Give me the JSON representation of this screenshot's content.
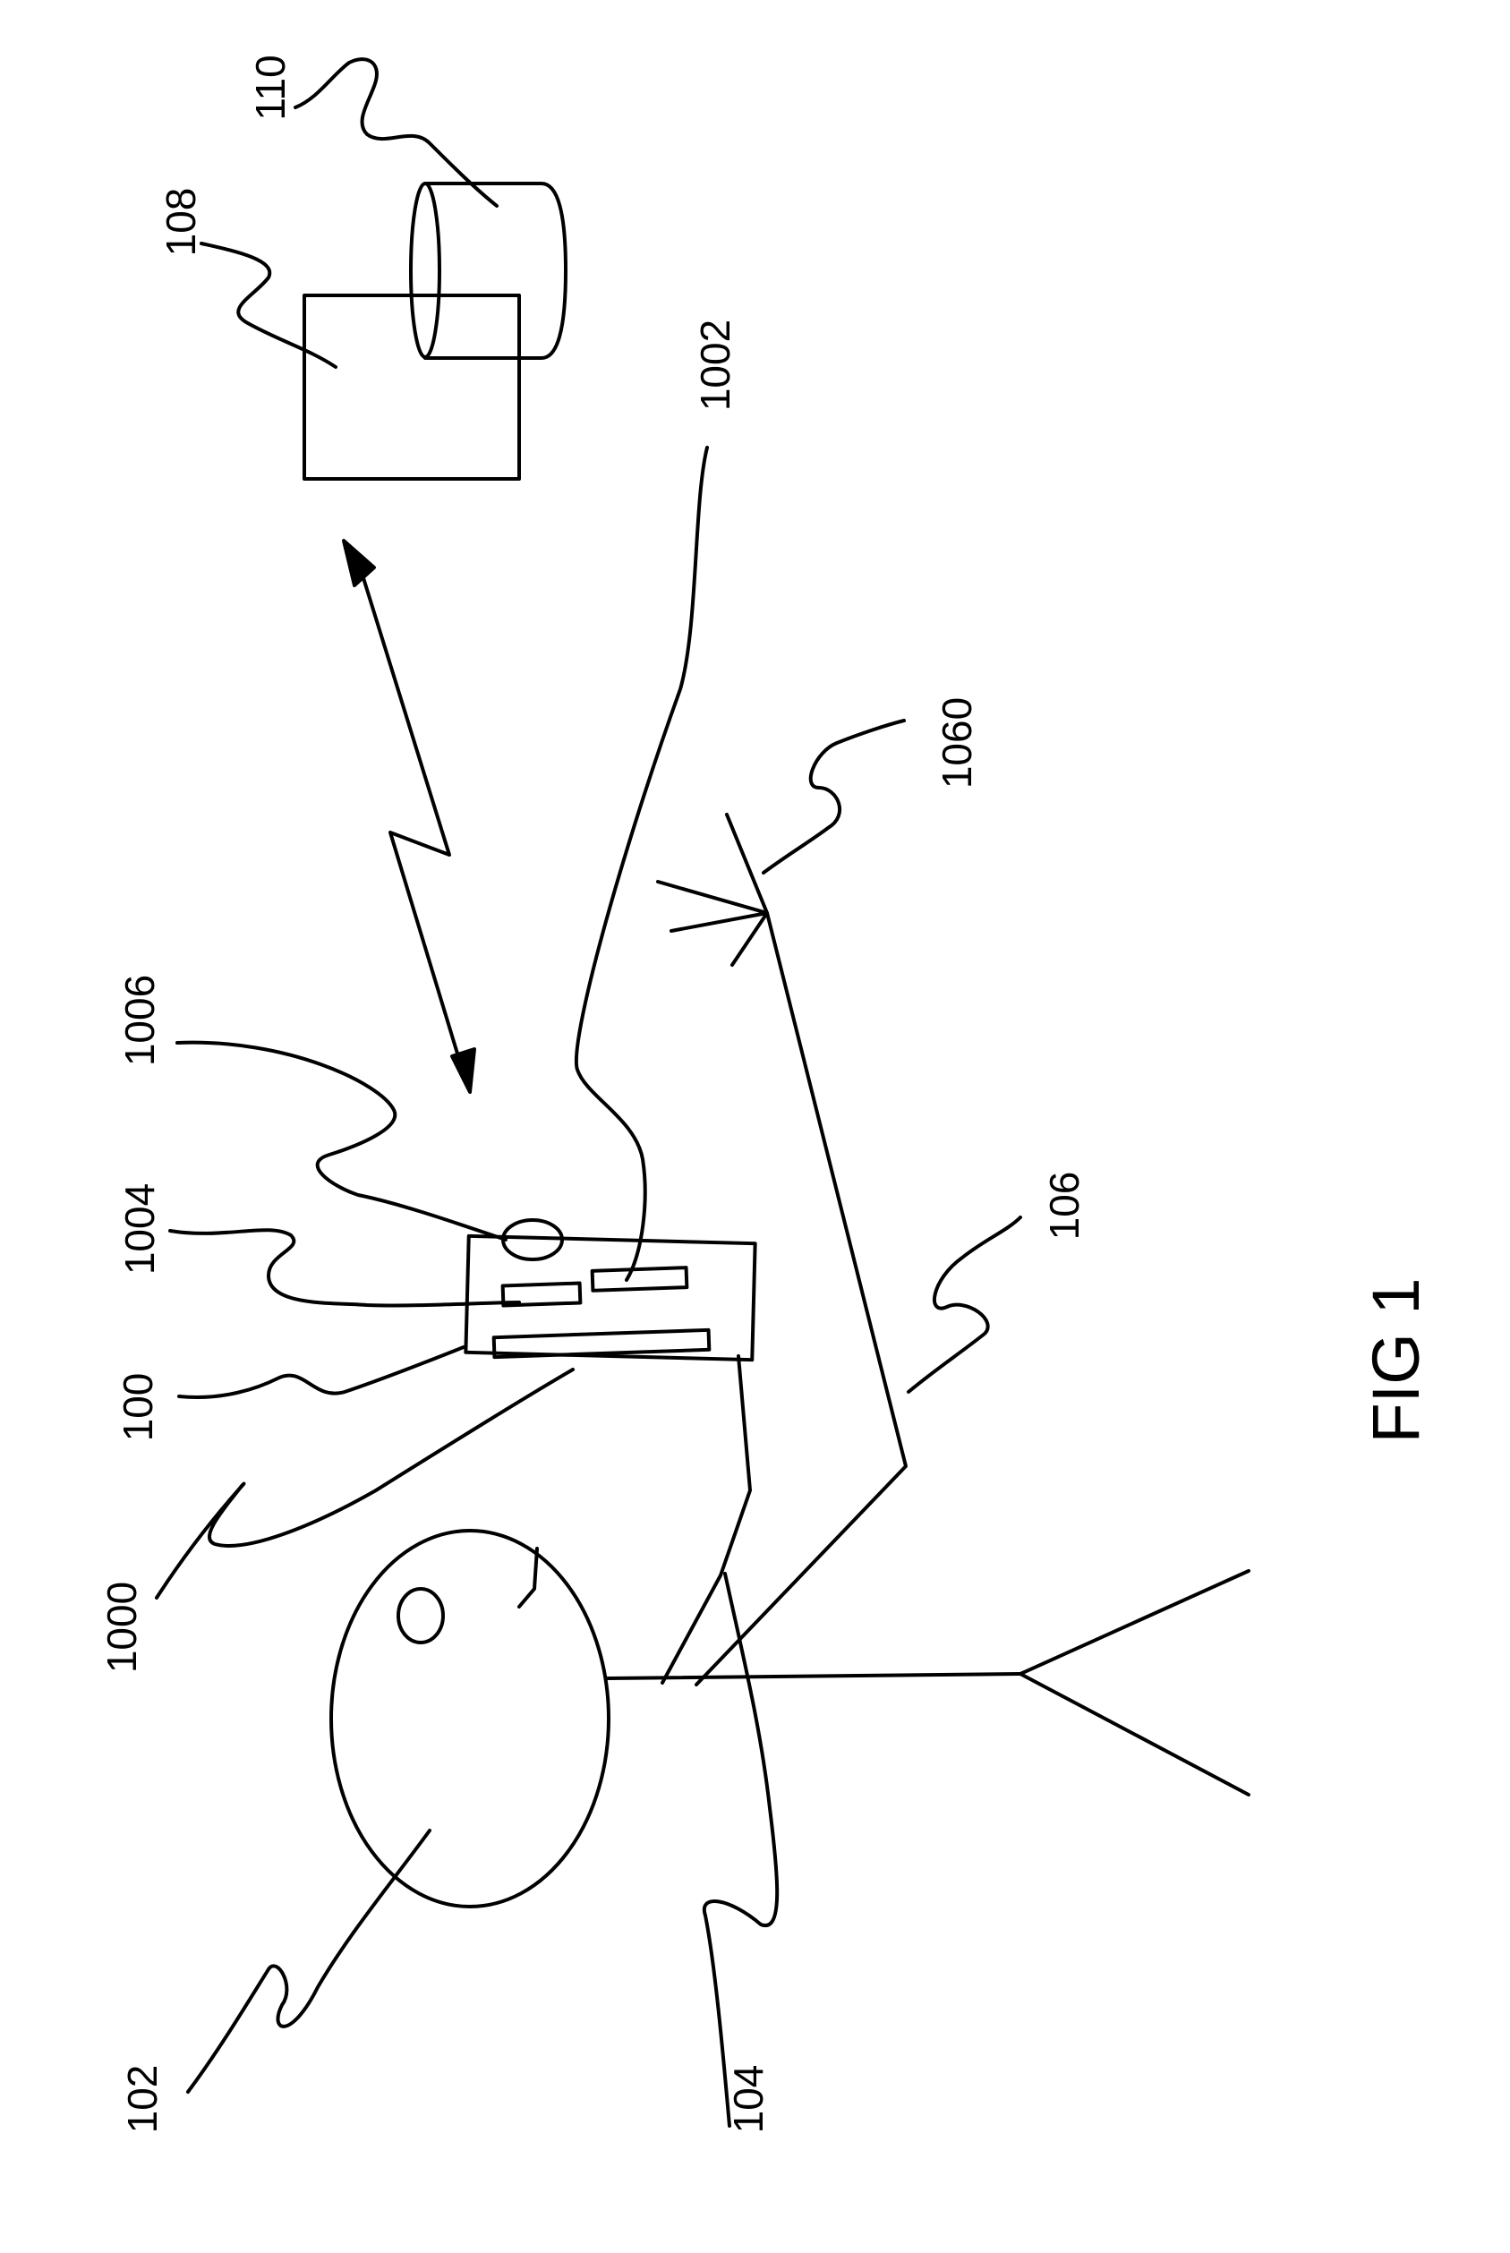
{
  "figure": {
    "caption": "FIG 1",
    "labels": {
      "l100": "100",
      "l102": "102",
      "l104": "104",
      "l106": "106",
      "l108": "108",
      "l110": "110",
      "l1000": "1000",
      "l1002": "1002",
      "l1004": "1004",
      "l1006": "1006",
      "l1060": "1060"
    }
  }
}
